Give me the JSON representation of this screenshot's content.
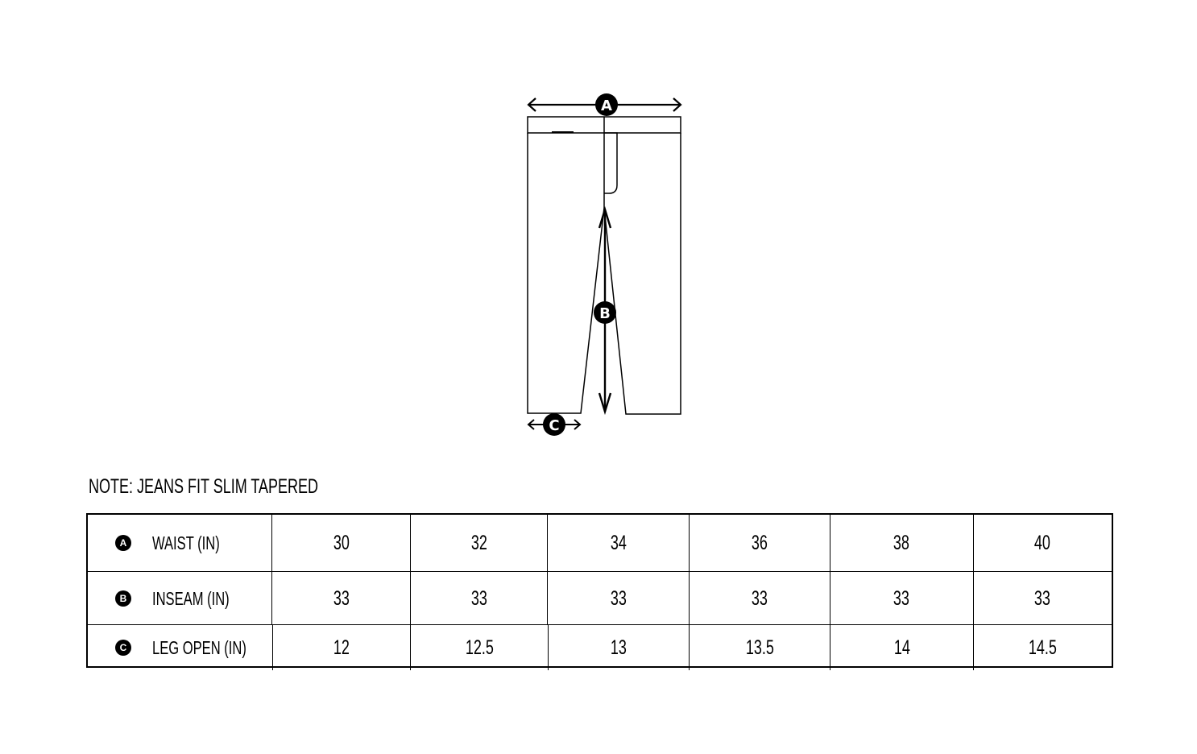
{
  "diagram": {
    "markers": [
      "A",
      "B",
      "C"
    ]
  },
  "note": "NOTE: JEANS FIT SLIM TAPERED",
  "table": {
    "rows": [
      {
        "marker": "A",
        "label": "WAIST (IN)",
        "values": [
          "30",
          "32",
          "34",
          "36",
          "38",
          "40"
        ]
      },
      {
        "marker": "B",
        "label": "INSEAM (IN)",
        "values": [
          "33",
          "33",
          "33",
          "33",
          "33",
          "33"
        ]
      },
      {
        "marker": "C",
        "label": "LEG OPEN (IN)",
        "values": [
          "12",
          "12.5",
          "13",
          "13.5",
          "14",
          "14.5"
        ]
      }
    ]
  }
}
